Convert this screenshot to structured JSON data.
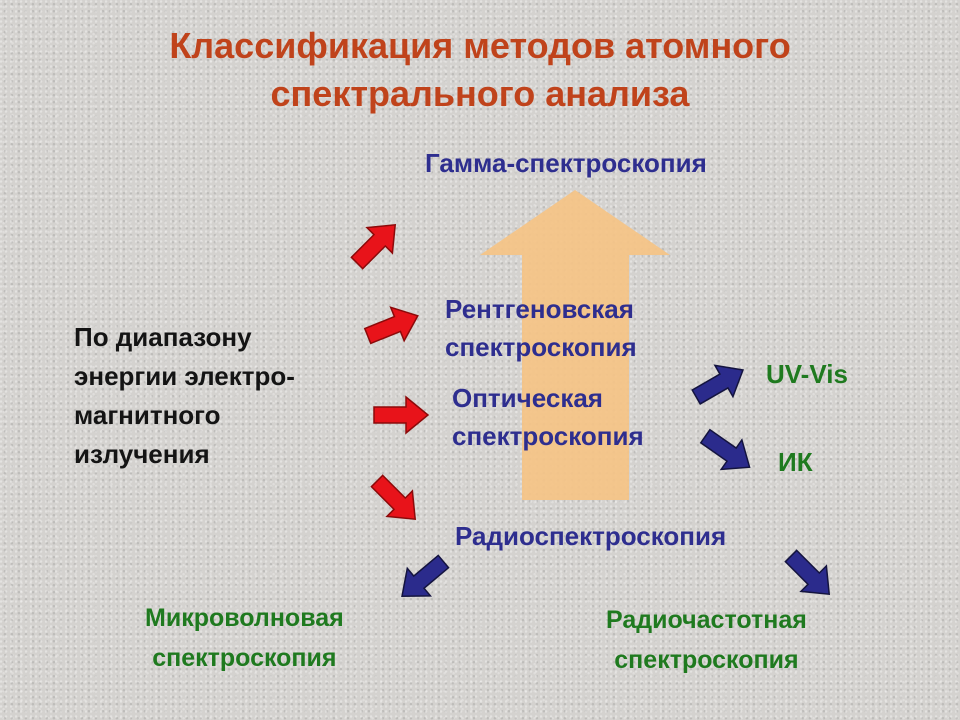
{
  "title": {
    "line1": "Классификация методов атомного",
    "line2": "спектрального анализа"
  },
  "source": {
    "line1": "По диапазону",
    "line2": "энергии электро-",
    "line3": "магнитного",
    "line4": "излучения"
  },
  "methods": {
    "gamma": "Гамма-спектроскопия",
    "xray_line1": "Рентгеновская",
    "xray_line2": "спектроскопия",
    "optical_line1": "Оптическая",
    "optical_line2": "спектроскопия",
    "radio": "Радиоспектроскопия"
  },
  "optical_sub": {
    "uvvis": "UV-Vis",
    "ir": "ИК"
  },
  "radio_sub": {
    "microwave_line1": "Микроволновая",
    "microwave_line2": "спектроскопия",
    "rf_line1": "Радиочастотная",
    "rf_line2": "спектроскопия"
  },
  "colors": {
    "title": "#c0431b",
    "method_text": "#2e2e8f",
    "subtype_text": "#1f7a1f",
    "red_arrow": "#e8131a",
    "blue_arrow": "#2b2b8c",
    "energy_arrow": "#f5c386"
  },
  "icons": {
    "energy_axis": "big-up-arrow-icon",
    "to_method": "red-arrow-icon",
    "to_subtype": "blue-arrow-icon"
  }
}
